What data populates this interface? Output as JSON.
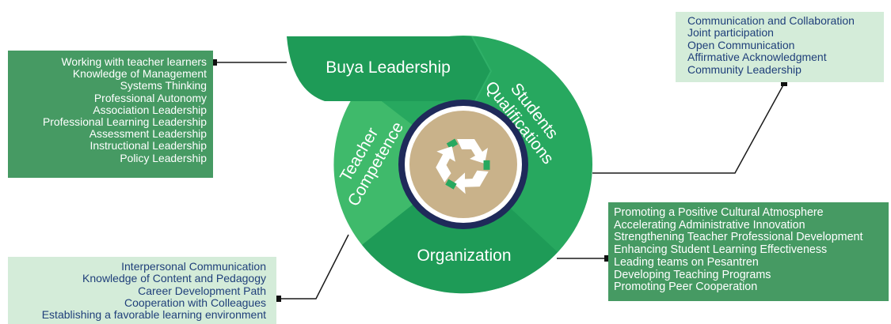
{
  "diagram": {
    "segments": {
      "buya_leadership": "Buya Leadership",
      "students_qualifications": [
        "Students",
        "Qualifications"
      ],
      "teacher_competence": [
        "Teacher",
        "Competence"
      ],
      "organization": "Organization"
    },
    "center_icon": "recycle-icon"
  },
  "boxes": {
    "buya": {
      "lines": [
        "Working with teacher learners",
        "Knowledge of Management",
        "Systems Thinking",
        "Professional Autonomy",
        "Association Leadership",
        "Professional Learning Leadership",
        "Assessment Leadership",
        "Instructional Leadership",
        "Policy Leadership"
      ]
    },
    "students": {
      "lines": [
        "Communication and Collaboration",
        "Joint participation",
        "Open Communication",
        "Affirmative Acknowledgment",
        "Community Leadership"
      ]
    },
    "teacher": {
      "lines": [
        "Interpersonal Communication",
        "Knowledge of Content and Pedagogy",
        "Career Development Path",
        "Cooperation with Colleagues",
        "Establishing a favorable learning environment"
      ]
    },
    "organization": {
      "lines": [
        "Promoting a Positive Cultural Atmosphere",
        "Accelerating Administrative Innovation",
        "Strengthening Teacher Professional Development",
        "Enhancing Student Learning Effectiveness",
        "Leading teams on Pesantren",
        "Developing Teaching Programs",
        "Promoting Peer Cooperation"
      ]
    }
  },
  "colors": {
    "dark_green": "#1e9b57",
    "mid_green": "#27a85f",
    "light_green": "#3fba6b",
    "navy_ring": "#1f2a5a",
    "tan_core": "#c9b28a",
    "box_dark": "#469a63",
    "box_light": "#d4ecd9",
    "box_light_text": "#1f3f7a"
  }
}
